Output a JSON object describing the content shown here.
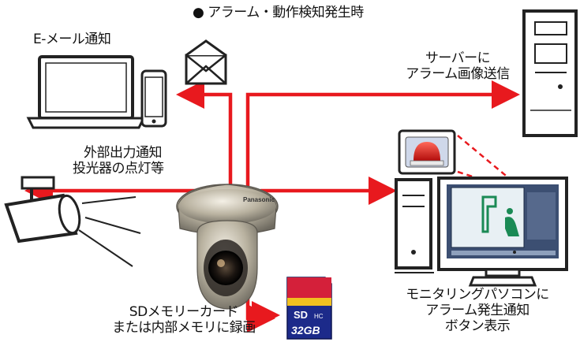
{
  "title": "● アラーム・動作検知発生時",
  "labels": {
    "email_notify": "E-メール通知",
    "server_line1": "サーバーに",
    "server_line2": "アラーム画像送信",
    "external_line1": "外部出力通知",
    "external_line2": "投光器の点灯等",
    "sd_line1": "SDメモリーカード",
    "sd_line2": "または内部メモリに録画",
    "monitor_line1": "モニタリングパソコンに",
    "monitor_line2": "アラーム発生通知",
    "monitor_line3": "ボタン表示"
  },
  "camera_brand": "Panasonic",
  "sd_card": {
    "top_text": "SD",
    "hc_mark": "HC",
    "capacity": "32GB"
  },
  "colors": {
    "arrow": "#e8191e",
    "alarm_lamp": "#d82020",
    "sd_card_body": "#1c2a8a",
    "monitor_screen": "#e8f0f4",
    "figure_green": "#1a8a55"
  },
  "icons": [
    "laptop-icon",
    "smartphone-icon",
    "envelope-icon",
    "server-tower-icon",
    "floodlight-icon",
    "ptz-camera-icon",
    "sd-card-icon",
    "alarm-lamp-icon",
    "desktop-pc-icon"
  ]
}
